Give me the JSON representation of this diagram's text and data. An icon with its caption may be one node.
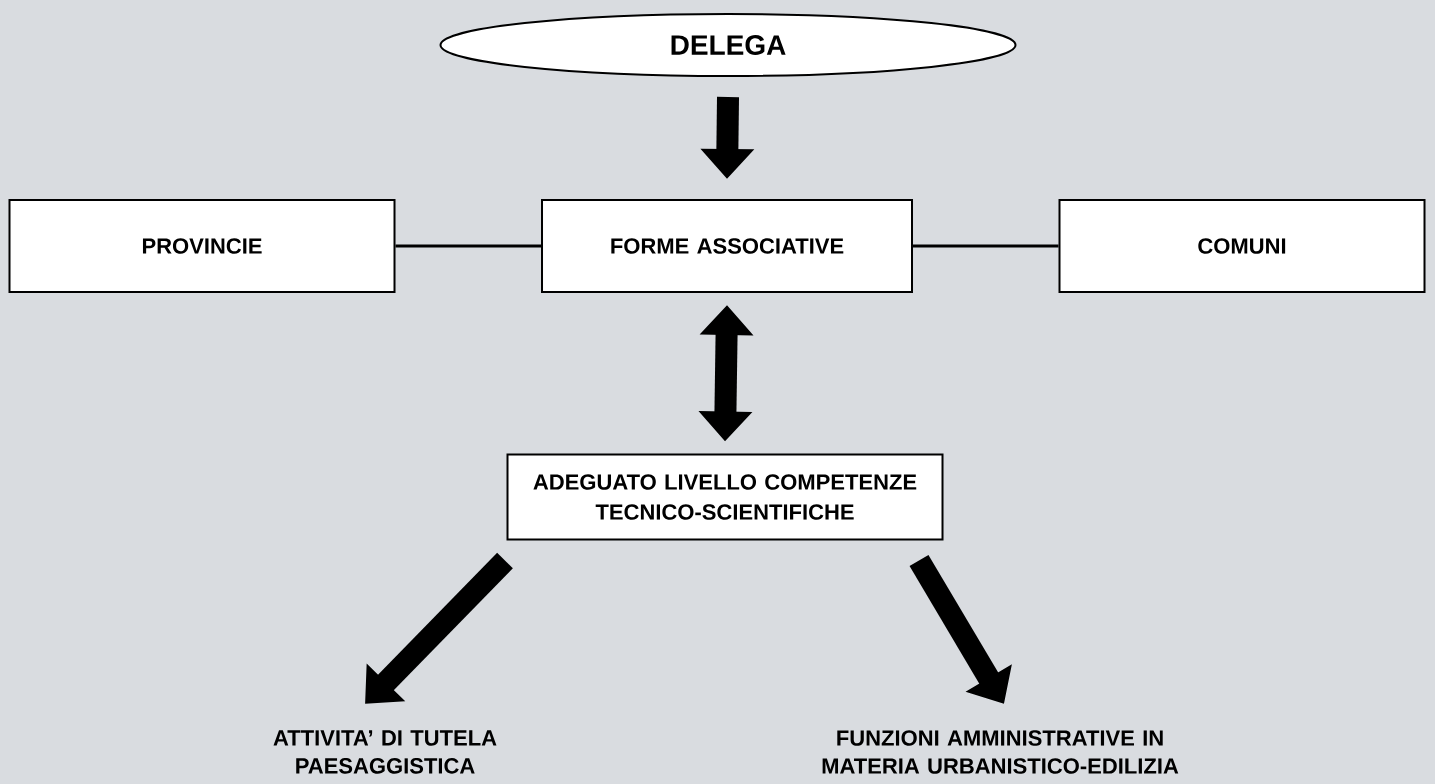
{
  "diagram": {
    "nodes": [
      {
        "text": [
          "DELEGA"
        ]
      },
      {
        "text": [
          "PROVINCIE"
        ]
      },
      {
        "text": [
          "FORME ASSOCIATIVE"
        ]
      },
      {
        "text": [
          "COMUNI"
        ]
      },
      {
        "text": [
          "ADEGUATO LIVELLO COMPETENZE TECNICO-SCIENTIFICHE"
        ]
      },
      {
        "text": [
          "ATTIVITA’ DI TUTELA PAESAGGISTICA"
        ]
      },
      {
        "text": [
          "FUNZIONI AMMINISTRATIVE IN MATERIA URBANISTICO-EDILIZIA"
        ]
      }
    ],
    "edges": [
      {
        "from": 0,
        "to": 2,
        "arrow": "to"
      },
      {
        "from": 1,
        "to": 2,
        "arrow": "none"
      },
      {
        "from": 2,
        "to": 3,
        "arrow": "none"
      },
      {
        "from": 2,
        "to": 4,
        "arrow": "both"
      },
      {
        "from": 4,
        "to": 5,
        "arrow": "to"
      },
      {
        "from": 4,
        "to": 6,
        "arrow": "to"
      }
    ]
  }
}
